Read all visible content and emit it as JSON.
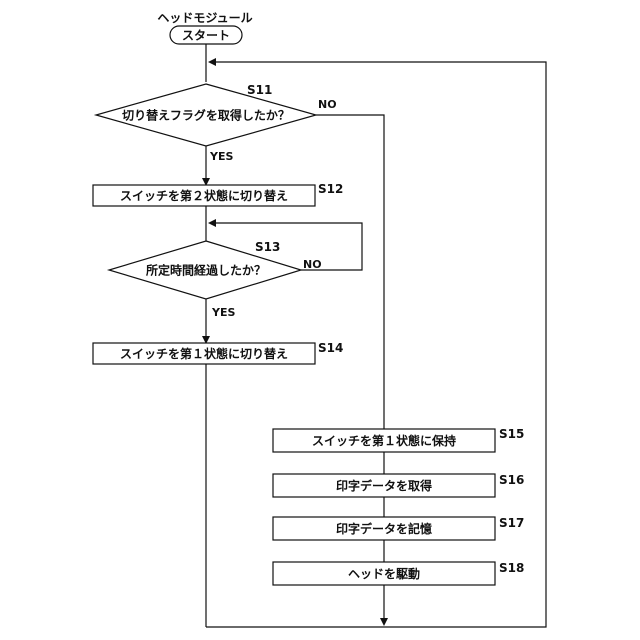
{
  "title": "ヘッドモジュール",
  "start": "スタート",
  "steps": {
    "s11": {
      "id": "S11",
      "text": "切り替えフラグを取得したか？",
      "no": "NO",
      "yes": "YES"
    },
    "s12": {
      "id": "S12",
      "text": "スイッチを第２状態に切り替え"
    },
    "s13": {
      "id": "S13",
      "text": "所定時間経過したか？",
      "no": "NO",
      "yes": "YES"
    },
    "s14": {
      "id": "S14",
      "text": "スイッチを第１状態に切り替え"
    },
    "s15": {
      "id": "S15",
      "text": "スイッチを第１状態に保持"
    },
    "s16": {
      "id": "S16",
      "text": "印字データを取得"
    },
    "s17": {
      "id": "S17",
      "text": "印字データを記憶"
    },
    "s18": {
      "id": "S18",
      "text": "ヘッドを駆動"
    }
  }
}
